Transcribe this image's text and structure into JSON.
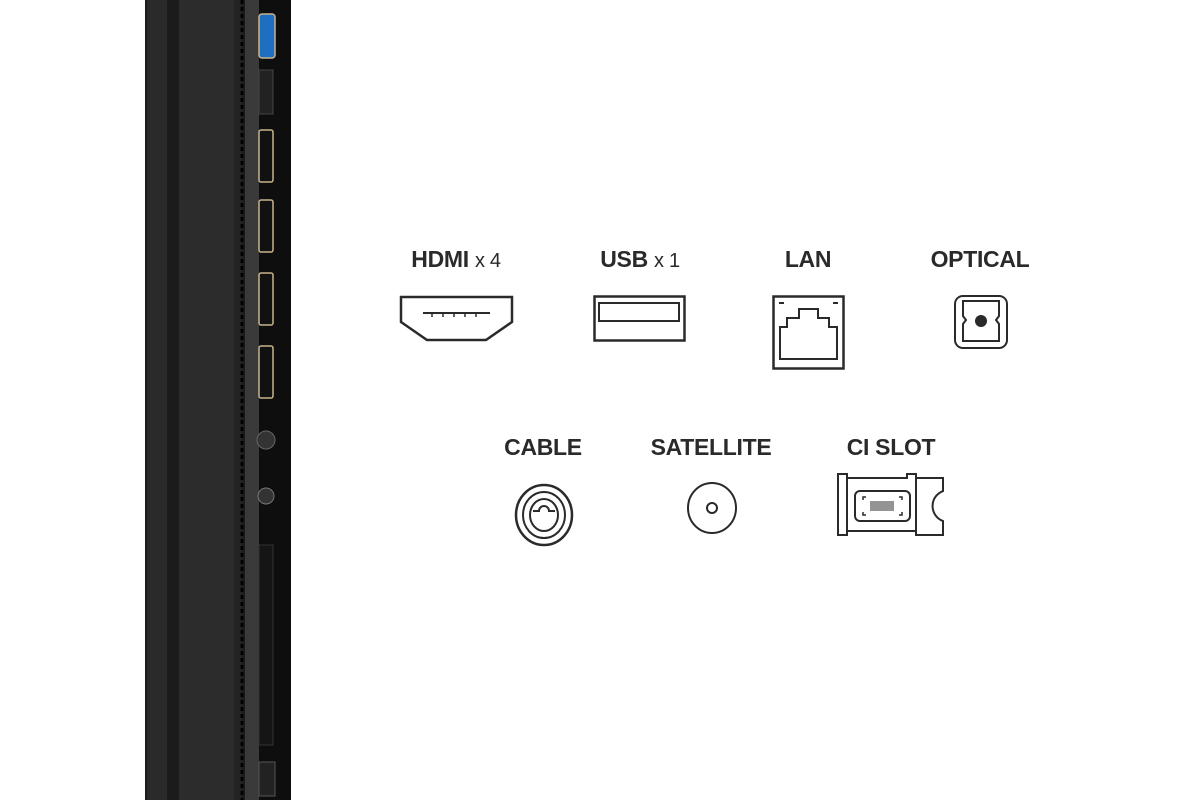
{
  "ports": {
    "hdmi": {
      "name": "HDMI",
      "count": "x 4"
    },
    "usb": {
      "name": "USB",
      "count": "x 1"
    },
    "lan": {
      "name": "LAN"
    },
    "optical": {
      "name": "OPTICAL"
    },
    "cable": {
      "name": "CABLE"
    },
    "satellite": {
      "name": "SATELLITE"
    },
    "ci_slot": {
      "name": "CI SLOT"
    }
  },
  "colors": {
    "panel": "#1e1e1e",
    "port_trim": "#c8b48a",
    "usb_blue": "#1f6fc0",
    "text": "#2a2a2a"
  }
}
